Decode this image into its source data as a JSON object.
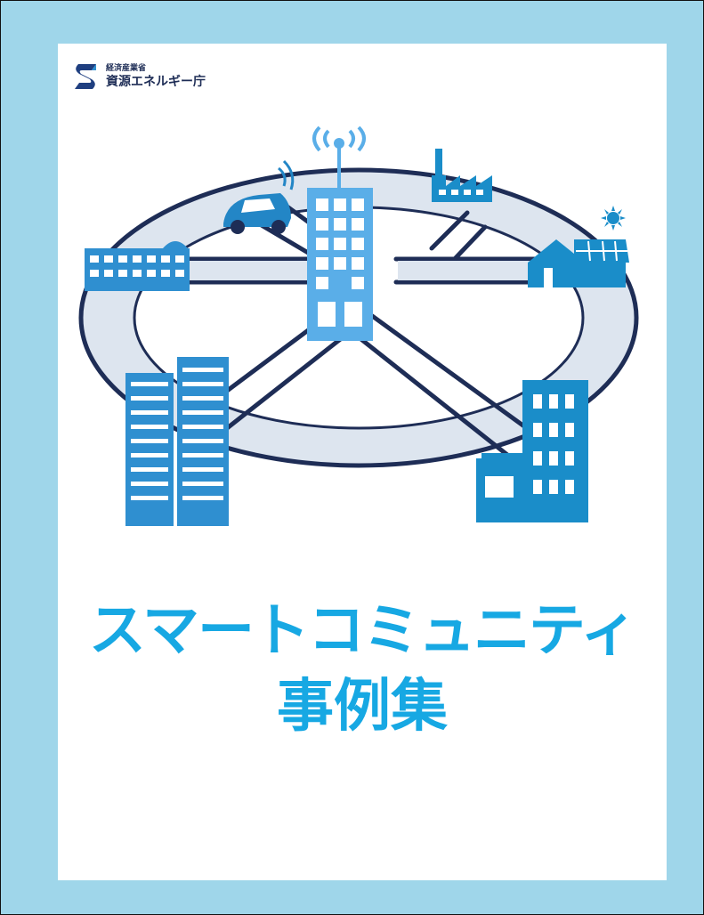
{
  "agency": {
    "parent": "経済産業省",
    "name": "資源エネルギー庁"
  },
  "title": {
    "line1": "スマートコミュニティ",
    "line2": "事例集"
  },
  "illustration": {
    "icons": [
      "connected-car-icon",
      "central-building-antenna-icon",
      "factory-icon",
      "sun-icon",
      "solar-house-icon",
      "hospital-icon",
      "apartment-towers-icon",
      "office-building-icon"
    ]
  },
  "colors": {
    "outer_frame": "#9fd6ea",
    "title": "#17a8e3",
    "ring_outline": "#1e2d56",
    "ring_fill": "#dde5ef",
    "building_light": "#5aaee8",
    "building_dark": "#1a8dc9"
  }
}
